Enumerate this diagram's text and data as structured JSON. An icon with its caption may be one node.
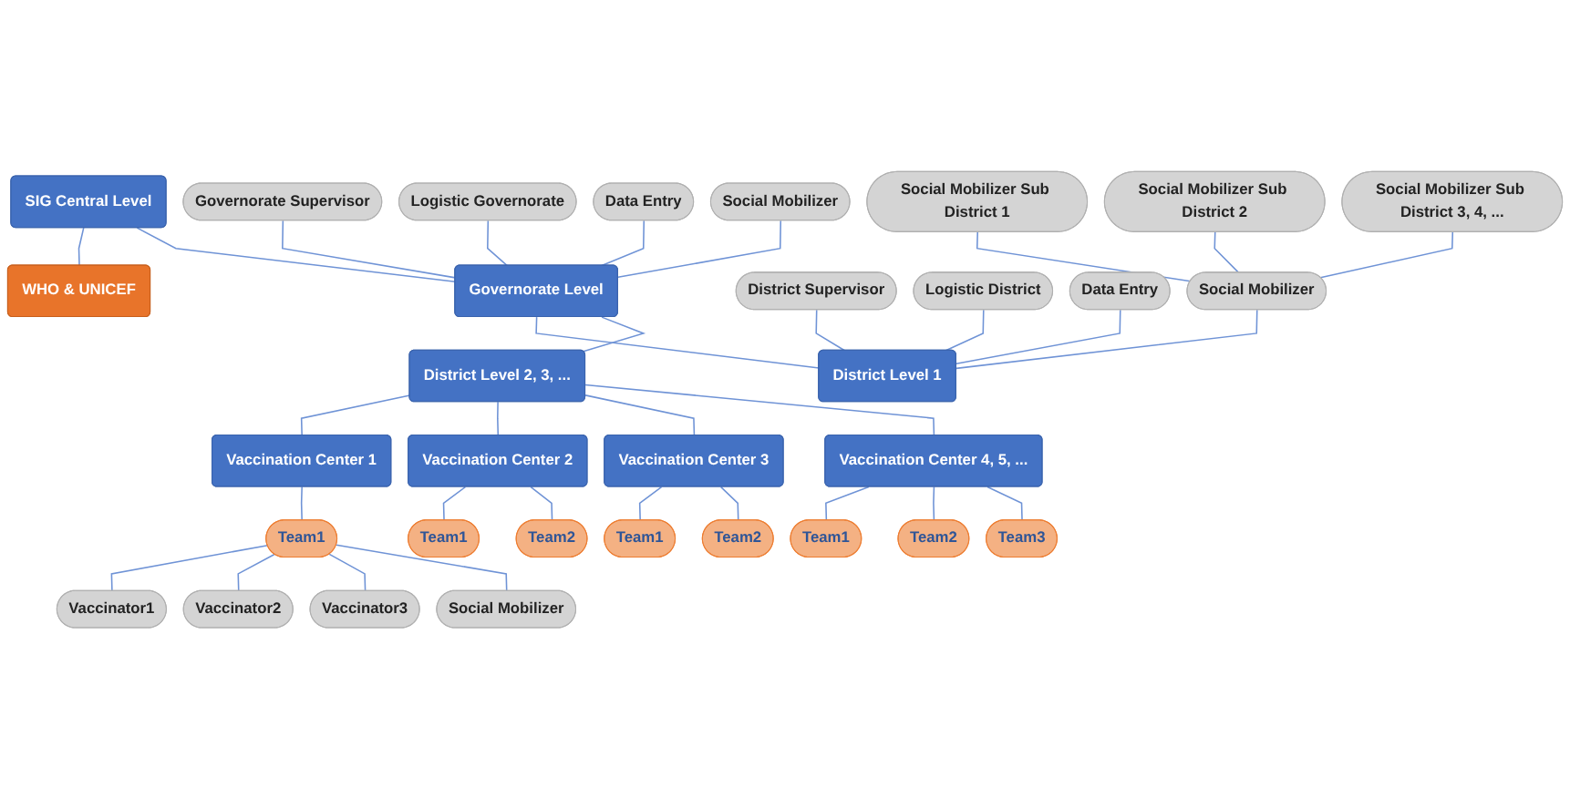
{
  "diagram": {
    "nodes": [
      {
        "text": [
          "SIG Central Level"
        ]
      },
      {
        "text": [
          "WHO & UNICEF"
        ]
      },
      {
        "text": [
          "Governorate Supervisor"
        ]
      },
      {
        "text": [
          "Logistic Governorate"
        ]
      },
      {
        "text": [
          "Data Entry"
        ]
      },
      {
        "text": [
          "Social Mobilizer"
        ]
      },
      {
        "text": [
          "Governorate Level"
        ]
      },
      {
        "text": [
          "District Supervisor"
        ]
      },
      {
        "text": [
          "Logistic District"
        ]
      },
      {
        "text": [
          "Data Entry"
        ]
      },
      {
        "text": [
          "Social Mobilizer"
        ]
      },
      {
        "text": [
          "Social Mobilizer Sub District 1"
        ]
      },
      {
        "text": [
          "Social Mobilizer Sub District 2"
        ]
      },
      {
        "text": [
          "Social Mobilizer Sub District 3, 4, ..."
        ]
      },
      {
        "text": [
          "District Level 1"
        ]
      },
      {
        "text": [
          "District Level 2, 3, ..."
        ]
      },
      {
        "text": [
          "Vaccination Center 1"
        ]
      },
      {
        "text": [
          "Vaccination Center 2"
        ]
      },
      {
        "text": [
          "Vaccination Center 3"
        ]
      },
      {
        "text": [
          "Vaccination Center 4, 5, ..."
        ]
      },
      {
        "text": [
          "Team1"
        ]
      },
      {
        "text": [
          "Team1"
        ]
      },
      {
        "text": [
          "Team2"
        ]
      },
      {
        "text": [
          "Team1"
        ]
      },
      {
        "text": [
          "Team2"
        ]
      },
      {
        "text": [
          "Team1"
        ]
      },
      {
        "text": [
          "Team2"
        ]
      },
      {
        "text": [
          "Team3"
        ]
      },
      {
        "text": [
          "Vaccinator1"
        ]
      },
      {
        "text": [
          "Vaccinator2"
        ]
      },
      {
        "text": [
          "Vaccinator3"
        ]
      },
      {
        "text": [
          "Social Mobilizer"
        ]
      }
    ],
    "edges": [
      {
        "from": 0,
        "to": 1,
        "arrow": "none"
      },
      {
        "from": 0,
        "to": 6,
        "arrow": "none"
      },
      {
        "from": 2,
        "to": 6,
        "arrow": "none"
      },
      {
        "from": 3,
        "to": 6,
        "arrow": "none"
      },
      {
        "from": 4,
        "to": 6,
        "arrow": "none"
      },
      {
        "from": 5,
        "to": 6,
        "arrow": "none"
      },
      {
        "from": 6,
        "to": 14,
        "arrow": "none"
      },
      {
        "from": 6,
        "to": 15,
        "arrow": "none"
      },
      {
        "from": 7,
        "to": 14,
        "arrow": "none"
      },
      {
        "from": 8,
        "to": 14,
        "arrow": "none"
      },
      {
        "from": 9,
        "to": 14,
        "arrow": "none"
      },
      {
        "from": 10,
        "to": 14,
        "arrow": "none"
      },
      {
        "from": 11,
        "to": 10,
        "arrow": "none"
      },
      {
        "from": 12,
        "to": 10,
        "arrow": "none"
      },
      {
        "from": 13,
        "to": 10,
        "arrow": "none"
      },
      {
        "from": 15,
        "to": 16,
        "arrow": "none"
      },
      {
        "from": 15,
        "to": 17,
        "arrow": "none"
      },
      {
        "from": 15,
        "to": 18,
        "arrow": "none"
      },
      {
        "from": 15,
        "to": 19,
        "arrow": "none"
      },
      {
        "from": 16,
        "to": 20,
        "arrow": "none"
      },
      {
        "from": 17,
        "to": 21,
        "arrow": "none"
      },
      {
        "from": 17,
        "to": 22,
        "arrow": "none"
      },
      {
        "from": 18,
        "to": 23,
        "arrow": "none"
      },
      {
        "from": 18,
        "to": 24,
        "arrow": "none"
      },
      {
        "from": 19,
        "to": 25,
        "arrow": "none"
      },
      {
        "from": 19,
        "to": 26,
        "arrow": "none"
      },
      {
        "from": 19,
        "to": 27,
        "arrow": "none"
      },
      {
        "from": 20,
        "to": 28,
        "arrow": "none"
      },
      {
        "from": 20,
        "to": 29,
        "arrow": "none"
      },
      {
        "from": 20,
        "to": 30,
        "arrow": "none"
      },
      {
        "from": 20,
        "to": 31,
        "arrow": "none"
      }
    ]
  }
}
